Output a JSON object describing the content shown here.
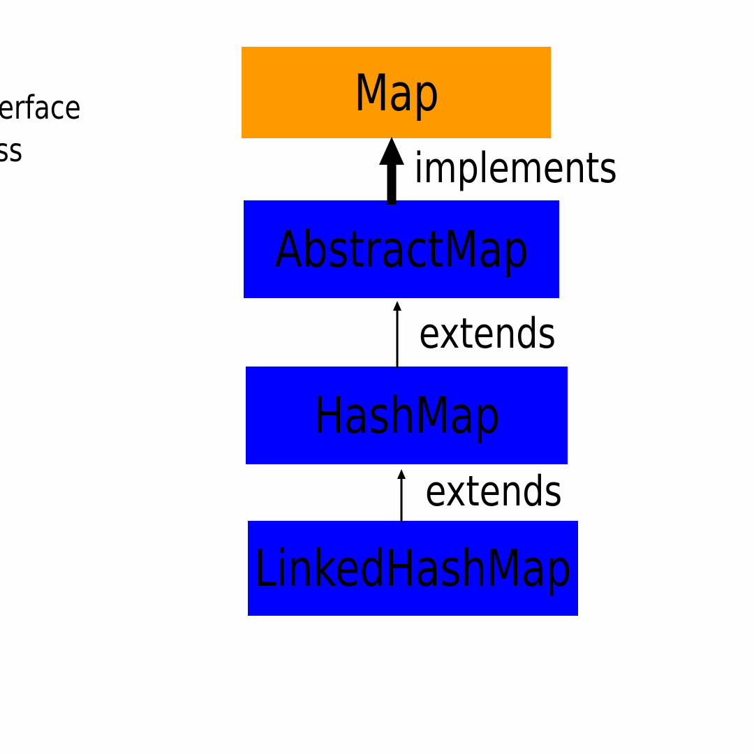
{
  "legend": {
    "interface_label": "terface",
    "class_label": "ass"
  },
  "nodes": [
    {
      "id": "map",
      "label": "Map",
      "kind": "interface",
      "color": "#FF9900"
    },
    {
      "id": "abstractmap",
      "label": "AbstractMap",
      "kind": "class",
      "color": "#0000FF"
    },
    {
      "id": "hashmap",
      "label": "HashMap",
      "kind": "class",
      "color": "#0000FF"
    },
    {
      "id": "linkedhashmap",
      "label": "LinkedHashMap",
      "kind": "class",
      "color": "#0000FF"
    }
  ],
  "edges": [
    {
      "from": "abstractmap",
      "to": "map",
      "label": "implements"
    },
    {
      "from": "hashmap",
      "to": "abstractmap",
      "label": "extends"
    },
    {
      "from": "linkedhashmap",
      "to": "hashmap",
      "label": "extends"
    }
  ],
  "colors": {
    "interface": "#FF9900",
    "class": "#0000FF",
    "text": "#000000",
    "background": "#FEFEFE"
  }
}
